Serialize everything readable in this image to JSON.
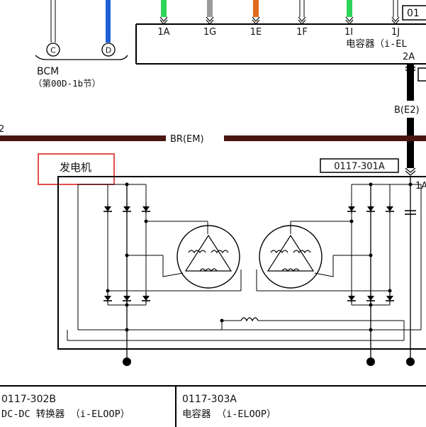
{
  "connector_top": {
    "pins": [
      "1A",
      "1G",
      "1E",
      "1F",
      "1I",
      "1J"
    ],
    "id_partial": "01",
    "name_partial": "电容器（i-EL",
    "pin_2a": "2A"
  },
  "bcm": {
    "pin_c": "C",
    "pin_d": "D",
    "label": "BCM",
    "sub_label": "（第00D-1b节）"
  },
  "wires": {
    "b_e2": "B(E2)",
    "br_em": "BR(EM)",
    "left_fragment": "2",
    "pin_1a_partial": "1A"
  },
  "generator": {
    "title": "发电机",
    "connector_id": "0117-301A"
  },
  "bottom_boxes": [
    {
      "id": "0117-302B",
      "name": "DC-DC 转换器 （i-ELOOP）"
    },
    {
      "id": "0117-303A",
      "name": "电容器 （i-ELOOP）"
    }
  ],
  "colors": {
    "wire_blue": "#1f5fd6",
    "wire_green": "#2ed45a",
    "wire_gray": "#9a9a9a",
    "wire_orange": "#e06a1c",
    "wire_brown": "#4a1510",
    "highlight_red": "#e03a3a"
  }
}
